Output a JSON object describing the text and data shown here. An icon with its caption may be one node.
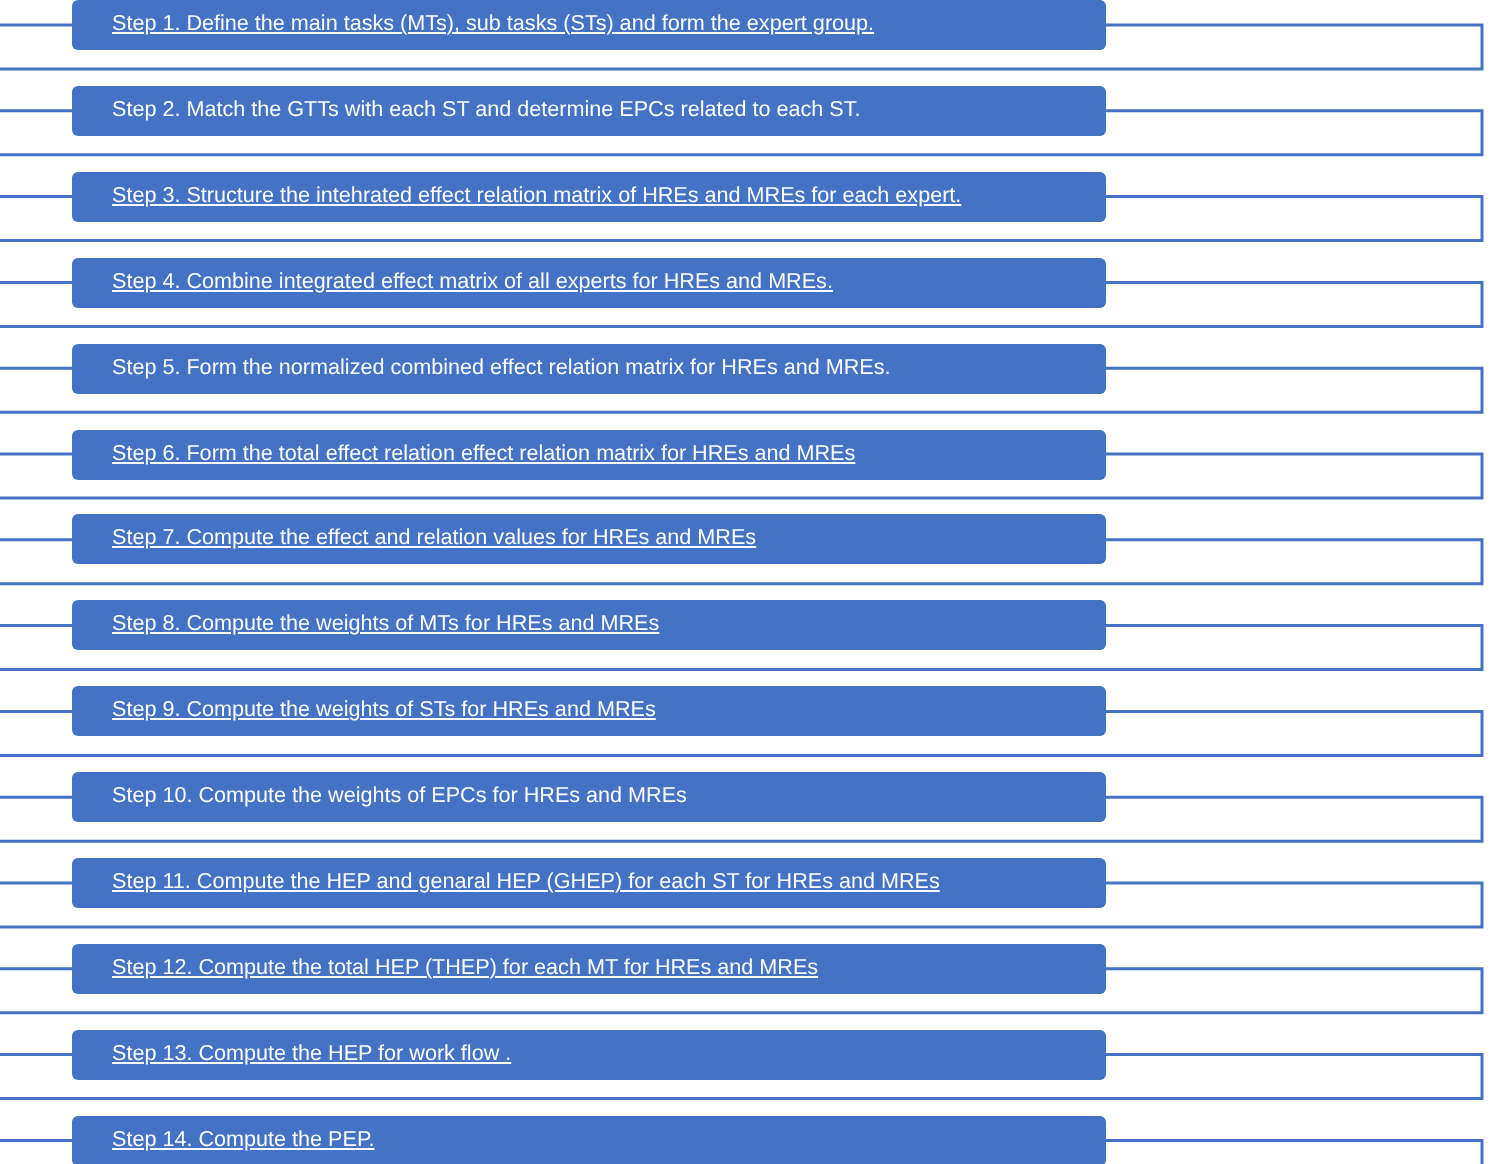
{
  "diagram": {
    "nodes": [
      {
        "text": [
          "Step 1. Define the main tasks (MTs), sub tasks (STs) and form the expert group."
        ]
      },
      {
        "text": [
          "Step 2. Match the GTTs with each ST and determine EPCs related to each ST."
        ]
      },
      {
        "text": [
          "Step 3. Structure the intehrated effect relation matrix of HREs and MREs for each expert."
        ]
      },
      {
        "text": [
          "Step 4. Combine integrated effect matrix of all experts for HREs and MREs."
        ]
      },
      {
        "text": [
          "Step 5. Form the normalized combined effect relation matrix for HREs and MREs."
        ]
      },
      {
        "text": [
          "Step 6. Form the total effect relation effect relation matrix for HREs and MREs"
        ]
      },
      {
        "text": [
          "Step 7. Compute the effect and relation values for HREs and MREs"
        ]
      },
      {
        "text": [
          "Step 8. Compute the weights of MTs for HREs and MREs"
        ]
      },
      {
        "text": [
          "Step 9. Compute the weights of STs for HREs and MREs"
        ]
      },
      {
        "text": [
          "Step 10. Compute the weights of EPCs for HREs and MREs"
        ]
      },
      {
        "text": [
          "Step 11. Compute the HEP and genaral HEP (GHEP) for each ST for HREs and MREs"
        ]
      },
      {
        "text": [
          "Step 12. Compute the total HEP (THEP) for each MT for HREs and MREs"
        ]
      },
      {
        "text": [
          "Step 13. Compute the HEP for work flow ."
        ]
      },
      {
        "text": [
          "Step 14. Compute the PEP."
        ]
      }
    ],
    "edges": [
      {
        "from": null,
        "to": 0,
        "arrow": "none"
      },
      {
        "from": 0,
        "to": 1,
        "arrow": "none"
      },
      {
        "from": 1,
        "to": 2,
        "arrow": "none"
      },
      {
        "from": 2,
        "to": 3,
        "arrow": "none"
      },
      {
        "from": 3,
        "to": 4,
        "arrow": "none"
      },
      {
        "from": 4,
        "to": 5,
        "arrow": "none"
      },
      {
        "from": 5,
        "to": 6,
        "arrow": "none"
      },
      {
        "from": 6,
        "to": 7,
        "arrow": "none"
      },
      {
        "from": 7,
        "to": 8,
        "arrow": "none"
      },
      {
        "from": 8,
        "to": 9,
        "arrow": "none"
      },
      {
        "from": 9,
        "to": 10,
        "arrow": "none"
      },
      {
        "from": 10,
        "to": 11,
        "arrow": "none"
      },
      {
        "from": 11,
        "to": 12,
        "arrow": "none"
      },
      {
        "from": 12,
        "to": 13,
        "arrow": "none"
      },
      {
        "from": 13,
        "to": null,
        "arrow": "none"
      }
    ]
  }
}
